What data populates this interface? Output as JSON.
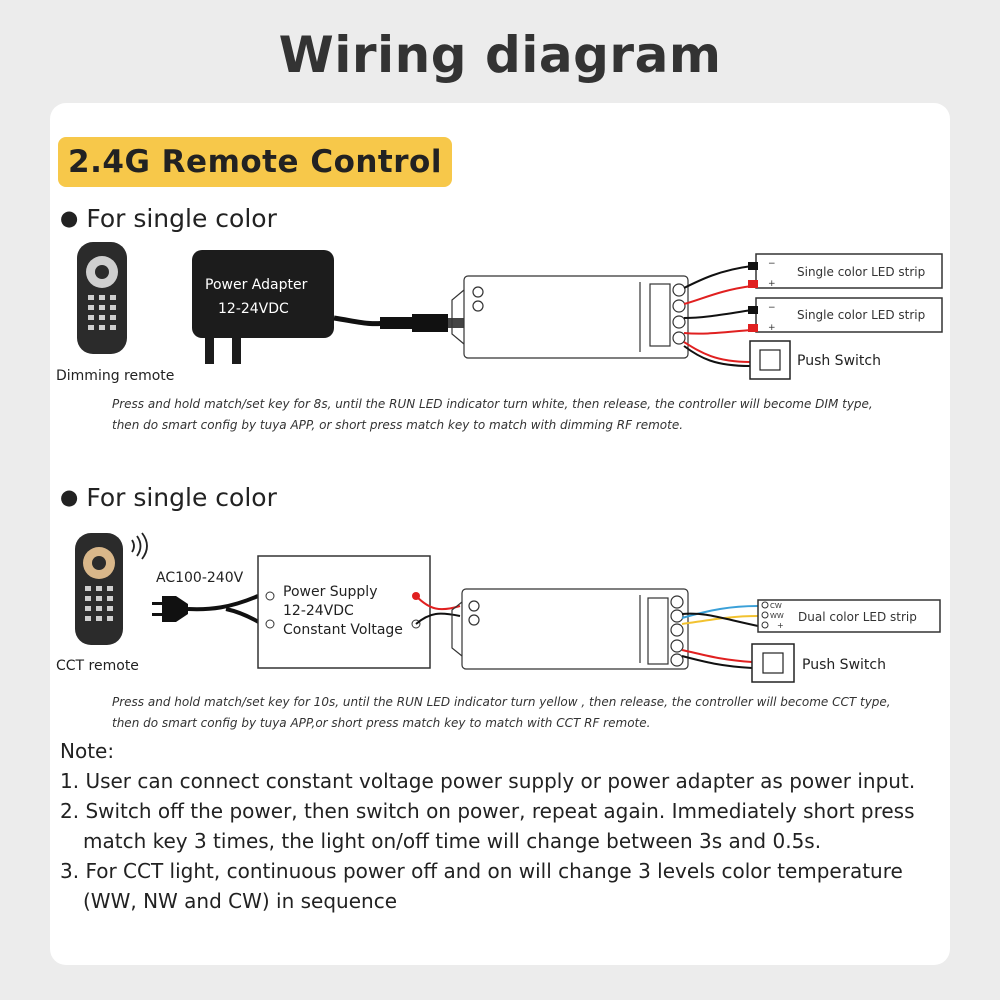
{
  "header": {
    "title": "Wiring diagram"
  },
  "badge": {
    "label": "2.4G Remote Control"
  },
  "section1": {
    "bullet": "For single color",
    "remote_caption": "Dimming remote",
    "adapter_line1": "Power Adapter",
    "adapter_line2": "12-24VDC",
    "strip1_label": "Single color LED strip",
    "strip2_label": "Single color LED strip",
    "switch_label": "Push Switch",
    "note_line1": "Press and hold match/set key for 8s, until the RUN LED indicator turn white, then release, the controller will become DIM type,",
    "note_line2": "then do smart config by tuya APP, or short press match key to match with dimming RF remote."
  },
  "section2": {
    "bullet": "For single color",
    "remote_caption": "CCT remote",
    "ac_label": "AC100-240V",
    "psu_line1": "Power Supply",
    "psu_line2": "12-24VDC",
    "psu_line3": "Constant Voltage",
    "strip_label": "Dual color LED strip",
    "strip_pin_cw": "CW",
    "strip_pin_ww": "WW",
    "switch_label": "Push Switch",
    "note_line1": "Press and hold match/set key for 10s, until the RUN LED indicator turn yellow , then release, the controller will become CCT type,",
    "note_line2": "then do smart config by tuya APP,or short press match key to match with CCT RF remote."
  },
  "notes": {
    "heading": "Note:",
    "item1": "1. User can connect constant voltage power supply or power adapter as power input.",
    "item2_line1": "2. Switch off the power, then switch on power, repeat again. Immediately short press",
    "item2_line2": "match key 3 times, the light on/off time will change between 3s and 0.5s.",
    "item3_line1": "3. For CCT light, continuous power off and on will change 3 levels color temperature",
    "item3_line2": "(WW, NW and CW) in sequence"
  },
  "colors": {
    "badge": "#f7c84a",
    "wire_red": "#e02020",
    "wire_black": "#111111",
    "wire_blue": "#3aa0d8",
    "wire_yellow": "#f2c230"
  }
}
